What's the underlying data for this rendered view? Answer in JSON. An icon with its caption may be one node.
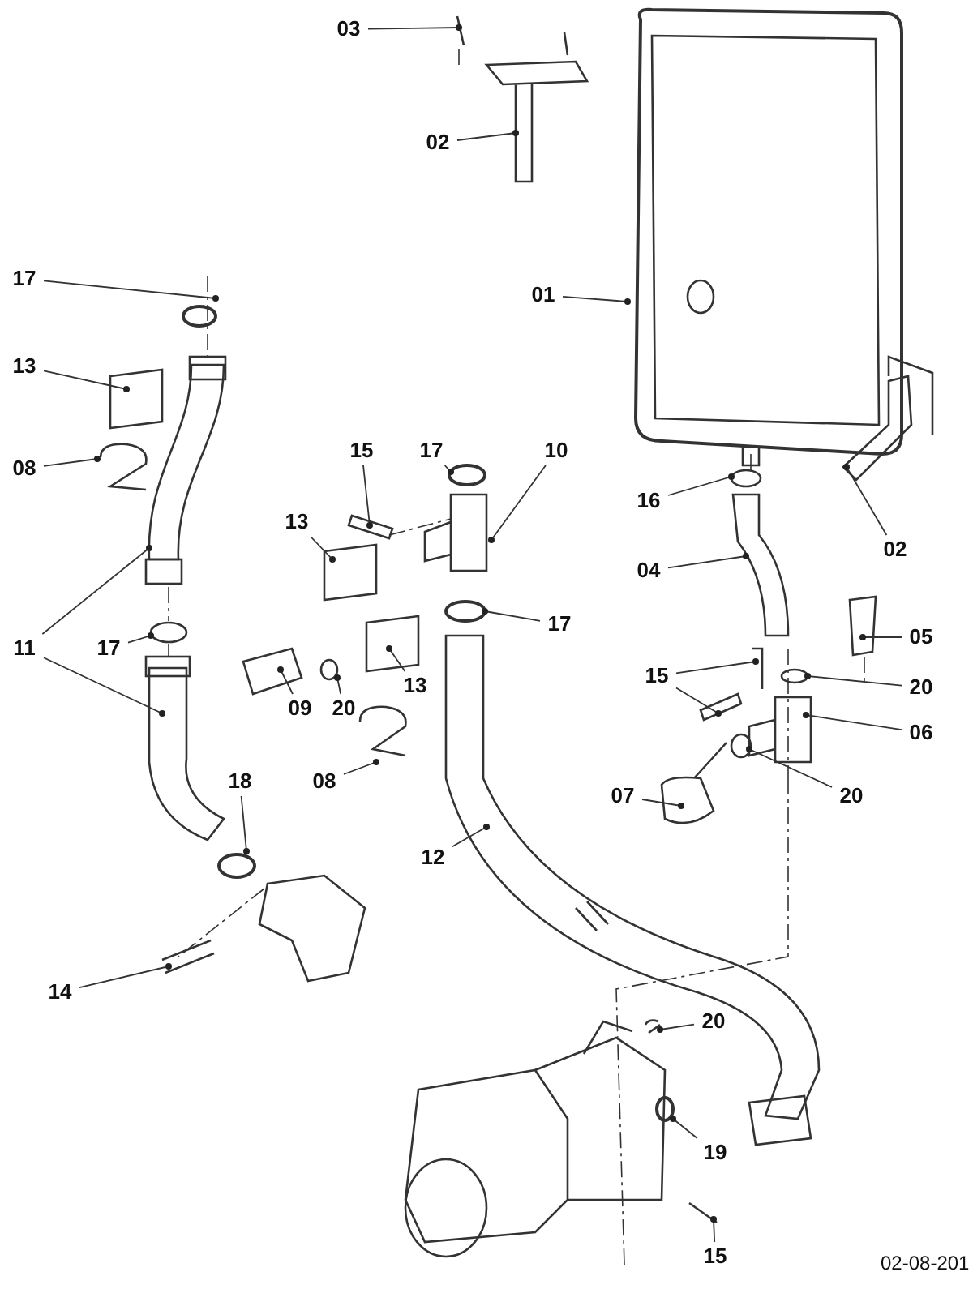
{
  "diagram": {
    "nodes": [
      {
        "text": [
          "03"
        ]
      },
      {
        "text": [
          "02"
        ]
      },
      {
        "text": [
          "17"
        ]
      },
      {
        "text": [
          "01"
        ]
      },
      {
        "text": [
          "13"
        ]
      },
      {
        "text": [
          "08"
        ]
      },
      {
        "text": [
          "15"
        ]
      },
      {
        "text": [
          "17"
        ]
      },
      {
        "text": [
          "10"
        ]
      },
      {
        "text": [
          "16"
        ]
      },
      {
        "text": [
          "02"
        ]
      },
      {
        "text": [
          "04"
        ]
      },
      {
        "text": [
          "13"
        ]
      },
      {
        "text": [
          "05"
        ]
      },
      {
        "text": [
          "17"
        ]
      },
      {
        "text": [
          "11"
        ]
      },
      {
        "text": [
          "17"
        ]
      },
      {
        "text": [
          "15"
        ]
      },
      {
        "text": [
          "20"
        ]
      },
      {
        "text": [
          "13"
        ]
      },
      {
        "text": [
          "09"
        ]
      },
      {
        "text": [
          "20"
        ]
      },
      {
        "text": [
          "06"
        ]
      },
      {
        "text": [
          "18"
        ]
      },
      {
        "text": [
          "08"
        ]
      },
      {
        "text": [
          "07"
        ]
      },
      {
        "text": [
          "20"
        ]
      },
      {
        "text": [
          "12"
        ]
      },
      {
        "text": [
          "14"
        ]
      },
      {
        "text": [
          "20"
        ]
      },
      {
        "text": [
          "19"
        ]
      },
      {
        "text": [
          "15"
        ]
      }
    ],
    "edges": [
      {
        "from": 0,
        "to": null,
        "arrow": "other"
      },
      {
        "from": 1,
        "to": null,
        "arrow": "other"
      },
      {
        "from": 2,
        "to": null,
        "arrow": "other"
      },
      {
        "from": 3,
        "to": null,
        "arrow": "other"
      },
      {
        "from": 4,
        "to": null,
        "arrow": "other"
      },
      {
        "from": 5,
        "to": null,
        "arrow": "other"
      },
      {
        "from": 6,
        "to": null,
        "arrow": "other"
      },
      {
        "from": 7,
        "to": null,
        "arrow": "other"
      },
      {
        "from": 8,
        "to": null,
        "arrow": "other"
      },
      {
        "from": 9,
        "to": null,
        "arrow": "other"
      },
      {
        "from": 10,
        "to": null,
        "arrow": "other"
      },
      {
        "from": 11,
        "to": null,
        "arrow": "other"
      },
      {
        "from": 12,
        "to": null,
        "arrow": "other"
      },
      {
        "from": 13,
        "to": null,
        "arrow": "other"
      },
      {
        "from": 14,
        "to": null,
        "arrow": "other"
      },
      {
        "from": 15,
        "to": null,
        "arrow": "other"
      },
      {
        "from": 15,
        "to": null,
        "arrow": "other"
      },
      {
        "from": 16,
        "to": null,
        "arrow": "other"
      },
      {
        "from": 17,
        "to": null,
        "arrow": "other"
      },
      {
        "from": 17,
        "to": null,
        "arrow": "other"
      },
      {
        "from": 18,
        "to": null,
        "arrow": "other"
      },
      {
        "from": 19,
        "to": null,
        "arrow": "other"
      },
      {
        "from": 20,
        "to": null,
        "arrow": "other"
      },
      {
        "from": 21,
        "to": null,
        "arrow": "other"
      },
      {
        "from": 22,
        "to": null,
        "arrow": "other"
      },
      {
        "from": 23,
        "to": null,
        "arrow": "other"
      },
      {
        "from": 24,
        "to": null,
        "arrow": "other"
      },
      {
        "from": 25,
        "to": null,
        "arrow": "other"
      },
      {
        "from": 26,
        "to": null,
        "arrow": "other"
      },
      {
        "from": 27,
        "to": null,
        "arrow": "other"
      },
      {
        "from": 28,
        "to": null,
        "arrow": "other"
      },
      {
        "from": 29,
        "to": null,
        "arrow": "other"
      },
      {
        "from": 30,
        "to": null,
        "arrow": "other"
      },
      {
        "from": 31,
        "to": null,
        "arrow": "other"
      }
    ],
    "labels": [
      "02-08-201"
    ]
  }
}
